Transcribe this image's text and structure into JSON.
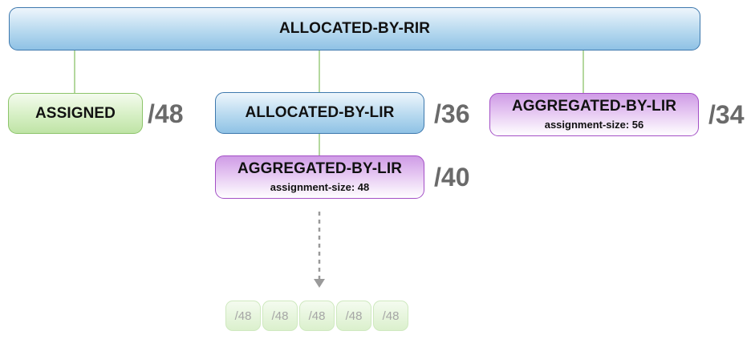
{
  "root": {
    "label": "ALLOCATED-BY-RIR"
  },
  "assigned": {
    "label": "ASSIGNED",
    "prefix": "/48"
  },
  "allocated_by_lir": {
    "label": "ALLOCATED-BY-LIR",
    "prefix": "/36"
  },
  "aggregated_right": {
    "label": "AGGREGATED-BY-LIR",
    "sub": "assignment-size: 56",
    "prefix": "/34"
  },
  "aggregated_child": {
    "label": "AGGREGATED-BY-LIR",
    "sub": "assignment-size: 48",
    "prefix": "/40"
  },
  "child_assignments": [
    "/48",
    "/48",
    "/48",
    "/48",
    "/48"
  ],
  "colors": {
    "blue_border": "#3d78ad",
    "green_border": "#8cc46a",
    "purple_border": "#a34fc6",
    "connector": "#8cc46a",
    "arrow": "#9a9a9a",
    "prefix_text": "#6a6a6a"
  }
}
